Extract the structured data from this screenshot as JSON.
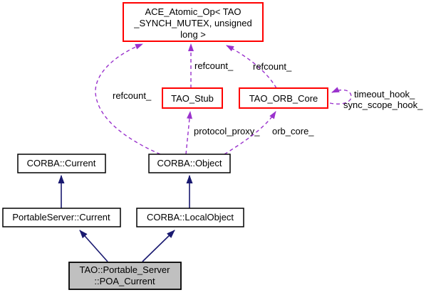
{
  "diagram_type": "collaboration-graph",
  "nodes": {
    "ace_atomic_op": {
      "lines": [
        "ACE_Atomic_Op< TAO",
        "_SYNCH_MUTEX, unsigned",
        "long >"
      ],
      "full_name": "ACE_Atomic_Op< TAO_SYNCH_MUTEX, unsigned long >",
      "style": "truncated-red"
    },
    "tao_stub": {
      "label": "TAO_Stub",
      "style": "truncated-red"
    },
    "tao_orb_core": {
      "label": "TAO_ORB_Core",
      "style": "truncated-red"
    },
    "corba_current": {
      "label": "CORBA::Current",
      "style": "plain"
    },
    "corba_object": {
      "label": "CORBA::Object",
      "style": "plain"
    },
    "portableserver_current": {
      "label": "PortableServer::Current",
      "style": "plain"
    },
    "corba_localobject": {
      "label": "CORBA::LocalObject",
      "style": "plain"
    },
    "poa_current": {
      "lines": [
        "TAO::Portable_Server",
        "::POA_Current"
      ],
      "full_name": "TAO::Portable_Server::POA_Current",
      "style": "current-gray"
    }
  },
  "edges": [
    {
      "from": "TAO::Portable_Server::POA_Current",
      "to": "PortableServer::Current",
      "type": "inheritance",
      "label": ""
    },
    {
      "from": "TAO::Portable_Server::POA_Current",
      "to": "CORBA::LocalObject",
      "type": "inheritance",
      "label": ""
    },
    {
      "from": "PortableServer::Current",
      "to": "CORBA::Current",
      "type": "inheritance",
      "label": ""
    },
    {
      "from": "CORBA::LocalObject",
      "to": "CORBA::Object",
      "type": "inheritance",
      "label": ""
    },
    {
      "from": "CORBA::Object",
      "to": "TAO_Stub",
      "type": "usage",
      "label": "protocol_proxy_"
    },
    {
      "from": "CORBA::Object",
      "to": "TAO_ORB_Core",
      "type": "usage",
      "label": "orb_core_"
    },
    {
      "from": "CORBA::Object",
      "to": "ACE_Atomic_Op< TAO_SYNCH_MUTEX, unsigned long >",
      "type": "usage",
      "label": "refcount_"
    },
    {
      "from": "TAO_Stub",
      "to": "ACE_Atomic_Op< TAO_SYNCH_MUTEX, unsigned long >",
      "type": "usage",
      "label": "refcount_"
    },
    {
      "from": "TAO_ORB_Core",
      "to": "ACE_Atomic_Op< TAO_SYNCH_MUTEX, unsigned long >",
      "type": "usage",
      "label": "refcount_"
    },
    {
      "from": "TAO_ORB_Core",
      "to": "TAO_ORB_Core",
      "type": "usage",
      "labels": [
        "timeout_hook_",
        "sync_scope_hook_"
      ]
    }
  ],
  "colors": {
    "inheritance_arrow": "#191970",
    "usage_arrow": "#9a32cd",
    "truncated_border": "#ff0000",
    "node_border": "#000000",
    "node_fill": "#ffffff",
    "current_node_fill": "#c0c0c0",
    "text": "#000000",
    "background": "#ffffff"
  }
}
